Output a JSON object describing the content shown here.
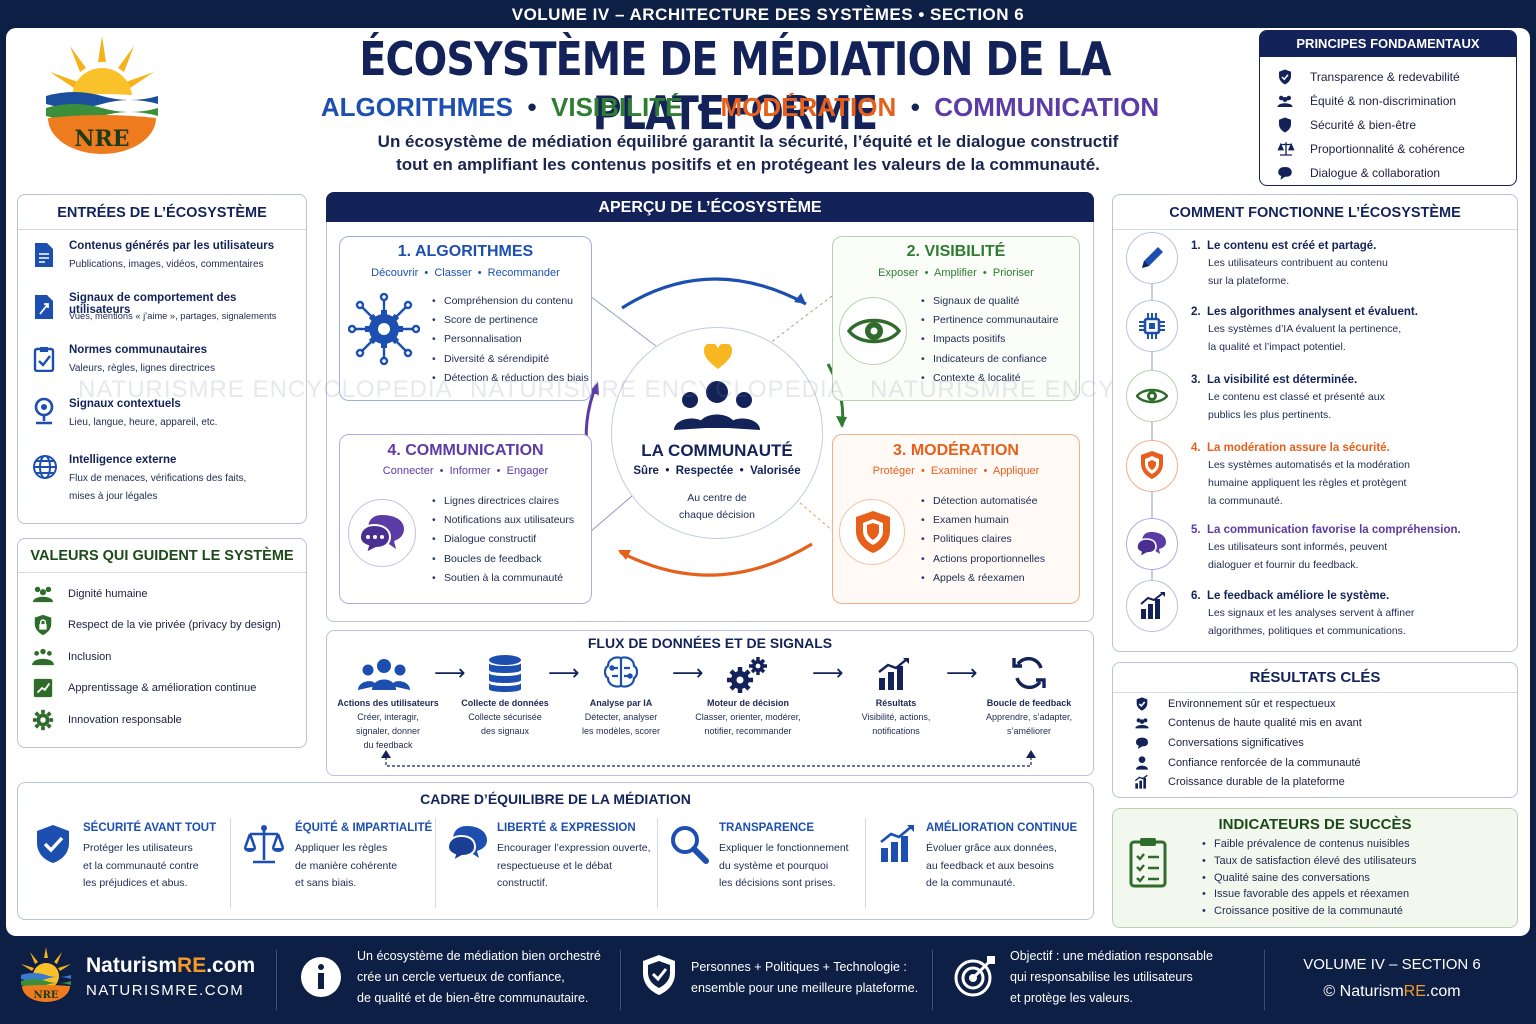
{
  "header": {
    "volume_bar": "VOLUME IV – ARCHITECTURE DES SYSTÈMES  •  SECTION 6",
    "title": "ÉCOSYSTÈME DE MÉDIATION DE LA PLATEFORME",
    "subtitle_parts": [
      {
        "text": "ALGORITHMES",
        "color": "#1c4fb0"
      },
      {
        "text": "VISIBILITÉ",
        "color": "#2f7d32"
      },
      {
        "text": "MODÉRATION",
        "color": "#e6601b"
      },
      {
        "text": "COMMUNICATION",
        "color": "#5b3ba6"
      }
    ],
    "intro_line1": "Un écosystème de médiation équilibré garantit la sécurité, l’équité et le dialogue constructif",
    "intro_line2": "tout en amplifiant les contenus positifs et en protégeant les valeurs de la communauté."
  },
  "logo": {
    "text": "NRE"
  },
  "principles": {
    "title": "PRINCIPES FONDAMENTAUX",
    "items": [
      {
        "label": "Transparence & redevabilité",
        "icon": "shield-check-icon"
      },
      {
        "label": "Équité & non-discrimination",
        "icon": "people-icon"
      },
      {
        "label": "Sécurité & bien-être",
        "icon": "shield-icon"
      },
      {
        "label": "Proportionnalité & cohérence",
        "icon": "scale-icon"
      },
      {
        "label": "Dialogue & collaboration",
        "icon": "chat-icon"
      }
    ]
  },
  "inputs": {
    "title": "ENTRÉES DE L’ÉCOSYSTÈME",
    "items": [
      {
        "title": "Contenus générés par les utilisateurs",
        "desc": "Publications, images, vidéos, commentaires",
        "icon": "document-icon"
      },
      {
        "title": "Signaux de comportement des utilisateurs",
        "desc": "Vues, mentions « j’aime », partages, signalements",
        "icon": "signal-document-icon"
      },
      {
        "title": "Normes communautaires",
        "desc": "Valeurs, règles, lignes directrices",
        "icon": "checklist-icon"
      },
      {
        "title": "Signaux contextuels",
        "desc": "Lieu, langue, heure, appareil, etc.",
        "icon": "location-icon"
      },
      {
        "title": "Intelligence externe",
        "desc": "Flux de menaces, vérifications des faits,",
        "desc2": "mises à jour légales",
        "icon": "globe-icon"
      }
    ]
  },
  "values": {
    "title": "VALEURS QUI GUIDENT LE SYSTÈME",
    "items": [
      {
        "label": "Dignité humaine",
        "icon": "people-icon"
      },
      {
        "label": "Respect de la vie privée (privacy by design)",
        "icon": "lock-icon"
      },
      {
        "label": "Inclusion",
        "icon": "group-icon"
      },
      {
        "label": "Apprentissage & amélioration continue",
        "icon": "growth-icon"
      },
      {
        "label": "Innovation responsable",
        "icon": "gear-icon"
      }
    ]
  },
  "overview": {
    "title": "APERÇU DE L’ÉCOSYSTÈME",
    "center": {
      "title": "LA COMMUNAUTÉ",
      "sub": "Sûre  •  Respectée  •  Valorisée",
      "note1": "Au centre de",
      "note2": "chaque décision"
    },
    "watermark": "NATURISMRE ENCYCLOPEDIA",
    "boxes": [
      {
        "title": "1. ALGORITHMES",
        "sub": "Découvrir  •  Classer  •  Recommander",
        "color": "#1c4fb0",
        "items": [
          "Compréhension du contenu",
          "Score de pertinence",
          "Personnalisation",
          "Diversité & sérendipité",
          "Détection & réduction des biais"
        ],
        "icon": "network-gear-icon"
      },
      {
        "title": "2. VISIBILITÉ",
        "sub": "Exposer  •  Amplifier  •  Prioriser",
        "color": "#2f7d32",
        "items": [
          "Signaux de qualité",
          "Pertinence communautaire",
          "Impacts positifs",
          "Indicateurs de confiance",
          "Contexte & localité"
        ],
        "icon": "eye-icon"
      },
      {
        "title": "3. MODÉRATION",
        "sub": "Protéger  •  Examiner  •  Appliquer",
        "color": "#e6601b",
        "items": [
          "Détection automatisée",
          "Examen humain",
          "Politiques claires",
          "Actions proportionnelles",
          "Appels & réexamen"
        ],
        "icon": "shield-icon"
      },
      {
        "title": "4. COMMUNICATION",
        "sub": "Connecter  •  Informer  •  Engager",
        "color": "#5b3ba6",
        "items": [
          "Lignes directrices claires",
          "Notifications aux utilisateurs",
          "Dialogue constructif",
          "Boucles de feedback",
          "Soutien à la communauté"
        ],
        "icon": "chat-bubbles-icon"
      }
    ]
  },
  "flow": {
    "title": "FLUX DE DONNÉES ET DE SIGNALS",
    "steps": [
      {
        "title": "Actions des utilisateurs",
        "lines": [
          "Créer, interagir,",
          "signaler, donner",
          "du feedback"
        ],
        "icon": "users-icon"
      },
      {
        "title": "Collecte de données",
        "lines": [
          "Collecte sécurisée",
          "des signaux"
        ],
        "icon": "database-icon"
      },
      {
        "title": "Analyse par IA",
        "lines": [
          "Détecter, analyser",
          "les modèles, scorer"
        ],
        "icon": "brain-icon"
      },
      {
        "title": "Moteur de décision",
        "lines": [
          "Classer, orienter, modérer,",
          "notifier, recommander"
        ],
        "icon": "gears-icon"
      },
      {
        "title": "Résultats",
        "lines": [
          "Visibilité, actions,",
          "notifications"
        ],
        "icon": "chart-icon"
      },
      {
        "title": "Boucle de feedback",
        "lines": [
          "Apprendre, s’adapter,",
          "s’améliorer"
        ],
        "icon": "refresh-icon"
      }
    ]
  },
  "framework": {
    "title": "CADRE D’ÉQUILIBRE DE LA MÉDIATION",
    "cols": [
      {
        "title": "SÉCURITÉ AVANT TOUT",
        "lines": [
          "Protéger les utilisateurs",
          "et la communauté contre",
          "les préjudices et abus."
        ],
        "icon": "shield-check-icon"
      },
      {
        "title": "ÉQUITÉ & IMPARTIALITÉ",
        "lines": [
          "Appliquer les règles",
          "de manière cohérente",
          "et sans biais."
        ],
        "icon": "scale-icon"
      },
      {
        "title": "LIBERTÉ & EXPRESSION",
        "lines": [
          "Encourager l’expression ouverte,",
          "respectueuse et le débat",
          "constructif."
        ],
        "icon": "chat-bubbles-icon"
      },
      {
        "title": "TRANSPARENCE",
        "lines": [
          "Expliquer le fonctionnement",
          "du système et pourquoi",
          "les décisions sont prises."
        ],
        "icon": "magnifier-icon"
      },
      {
        "title": "AMÉLIORATION CONTINUE",
        "lines": [
          "Évoluer grâce aux données,",
          "au feedback et aux besoins",
          "de la communauté."
        ],
        "icon": "chart-up-icon"
      }
    ]
  },
  "how": {
    "title": "COMMENT FONCTIONNE L’ÉCOSYSTÈME",
    "steps": [
      {
        "title": "1.  Le contenu est créé et partagé.",
        "lines": [
          "Les utilisateurs contribuent au contenu",
          "sur la plateforme."
        ],
        "color": "#13235a",
        "icon": "pencil-icon"
      },
      {
        "title": "2.  Les algorithmes analysent et évaluent.",
        "lines": [
          "Les systèmes d’IA évaluent la pertinence,",
          "la qualité et l’impact potentiel."
        ],
        "color": "#13235a",
        "icon": "chip-icon"
      },
      {
        "title": "3.  La visibilité est déterminée.",
        "lines": [
          "Le contenu est classé et présenté aux",
          "publics les plus pertinents."
        ],
        "color": "#13235a",
        "icon": "eye-icon"
      },
      {
        "title": "4.  La modération assure la sécurité.",
        "lines": [
          "Les systèmes automatisés et la modération",
          "humaine appliquent les règles et protègent",
          "la communauté."
        ],
        "color": "#e6601b",
        "icon": "shield-icon"
      },
      {
        "title": "5.  La communication favorise la compréhension.",
        "lines": [
          "Les utilisateurs sont informés, peuvent",
          "dialoguer et fournir du feedback."
        ],
        "color": "#5b3ba6",
        "icon": "chat-bubbles-icon"
      },
      {
        "title": "6.  Le feedback améliore le système.",
        "lines": [
          "Les signaux et les analyses servent à affiner",
          "algorithmes, politiques et communications."
        ],
        "color": "#13235a",
        "icon": "chart-up-icon"
      }
    ]
  },
  "results": {
    "title": "RÉSULTATS CLÉS",
    "items": [
      {
        "label": "Environnement sûr et respectueux",
        "icon": "shield-check-icon"
      },
      {
        "label": "Contenus de haute qualité mis en avant",
        "icon": "people-icon"
      },
      {
        "label": "Conversations significatives",
        "icon": "chat-icon"
      },
      {
        "label": "Confiance renforcée de la communauté",
        "icon": "person-icon"
      },
      {
        "label": "Croissance durable de la plateforme",
        "icon": "chart-up-icon"
      }
    ]
  },
  "indicators": {
    "title": "INDICATEURS DE SUCCÈS",
    "items": [
      "Faible prévalence de contenus nuisibles",
      "Taux de satisfaction élevé des utilisateurs",
      "Qualité saine des conversations",
      "Issue favorable des appels et réexamen",
      "Croissance positive de la communauté"
    ]
  },
  "footer": {
    "brand_main": "Naturism",
    "brand_accent": "RE",
    "brand_tld": ".com",
    "brand_caps": "NATURISMRE.COM",
    "info": [
      "Un écosystème de médiation bien orchestré",
      "crée un cercle vertueux de confiance,",
      "de qualité et de bien-être communautaire."
    ],
    "shield": [
      "Personnes + Politiques + Technologie :",
      "ensemble pour une meilleure plateforme."
    ],
    "target": [
      "Objectif : une médiation responsable",
      "qui responsabilise les utilisateurs",
      "et protège les valeurs."
    ],
    "volume": "VOLUME IV – SECTION 6",
    "copyright_pre": "© Naturism",
    "copyright_accent": "RE",
    "copyright_post": ".com"
  },
  "colors": {
    "navy": "#13235a",
    "blue": "#1c4fb0",
    "green": "#2f7d32",
    "orange": "#e6601b",
    "purple": "#5b3ba6",
    "footer_bg": "#0e1f45"
  }
}
